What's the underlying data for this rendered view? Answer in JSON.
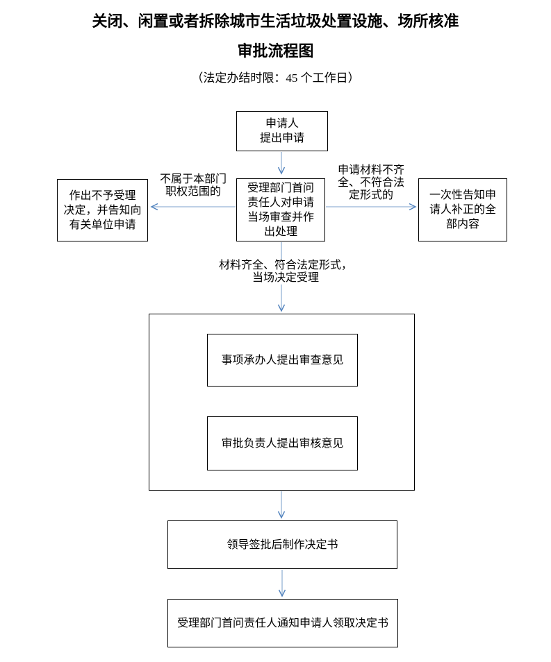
{
  "title": {
    "line1": "关闭、闲置或者拆除城市生活垃圾处置设施、场所核准",
    "line2": "审批流程图",
    "subtitle": "（法定办结时限：45 个工作日）"
  },
  "nodes": {
    "apply": "申请人\n提出申请",
    "review": "受理部门首问\n责任人对申请\n当场审查并作\n出处理",
    "reject": "作出不予受理\n决定，并告知向\n有关单位申请",
    "supplement": "一次性告知申\n请人补正的全\n部内容",
    "undertaker": "事项承办人提出审查意见",
    "approver": "审批负责人提出审核意见",
    "decision": "领导签批后制作决定书",
    "collect": "受理部门首问责任人通知申请人领取决定书"
  },
  "edge_labels": {
    "not_in_scope": "不属于本部门\n职权范围的",
    "incomplete": "申请材料不齐\n全、不符合法\n定形式的",
    "complete": "材料齐全、符合法定形式，\n当场决定受理"
  },
  "colors": {
    "arrow_shaft": "#a9c1dd",
    "arrow_head": "#4f81bd",
    "box_border": "#000000",
    "text": "#000000",
    "background": "#ffffff"
  }
}
